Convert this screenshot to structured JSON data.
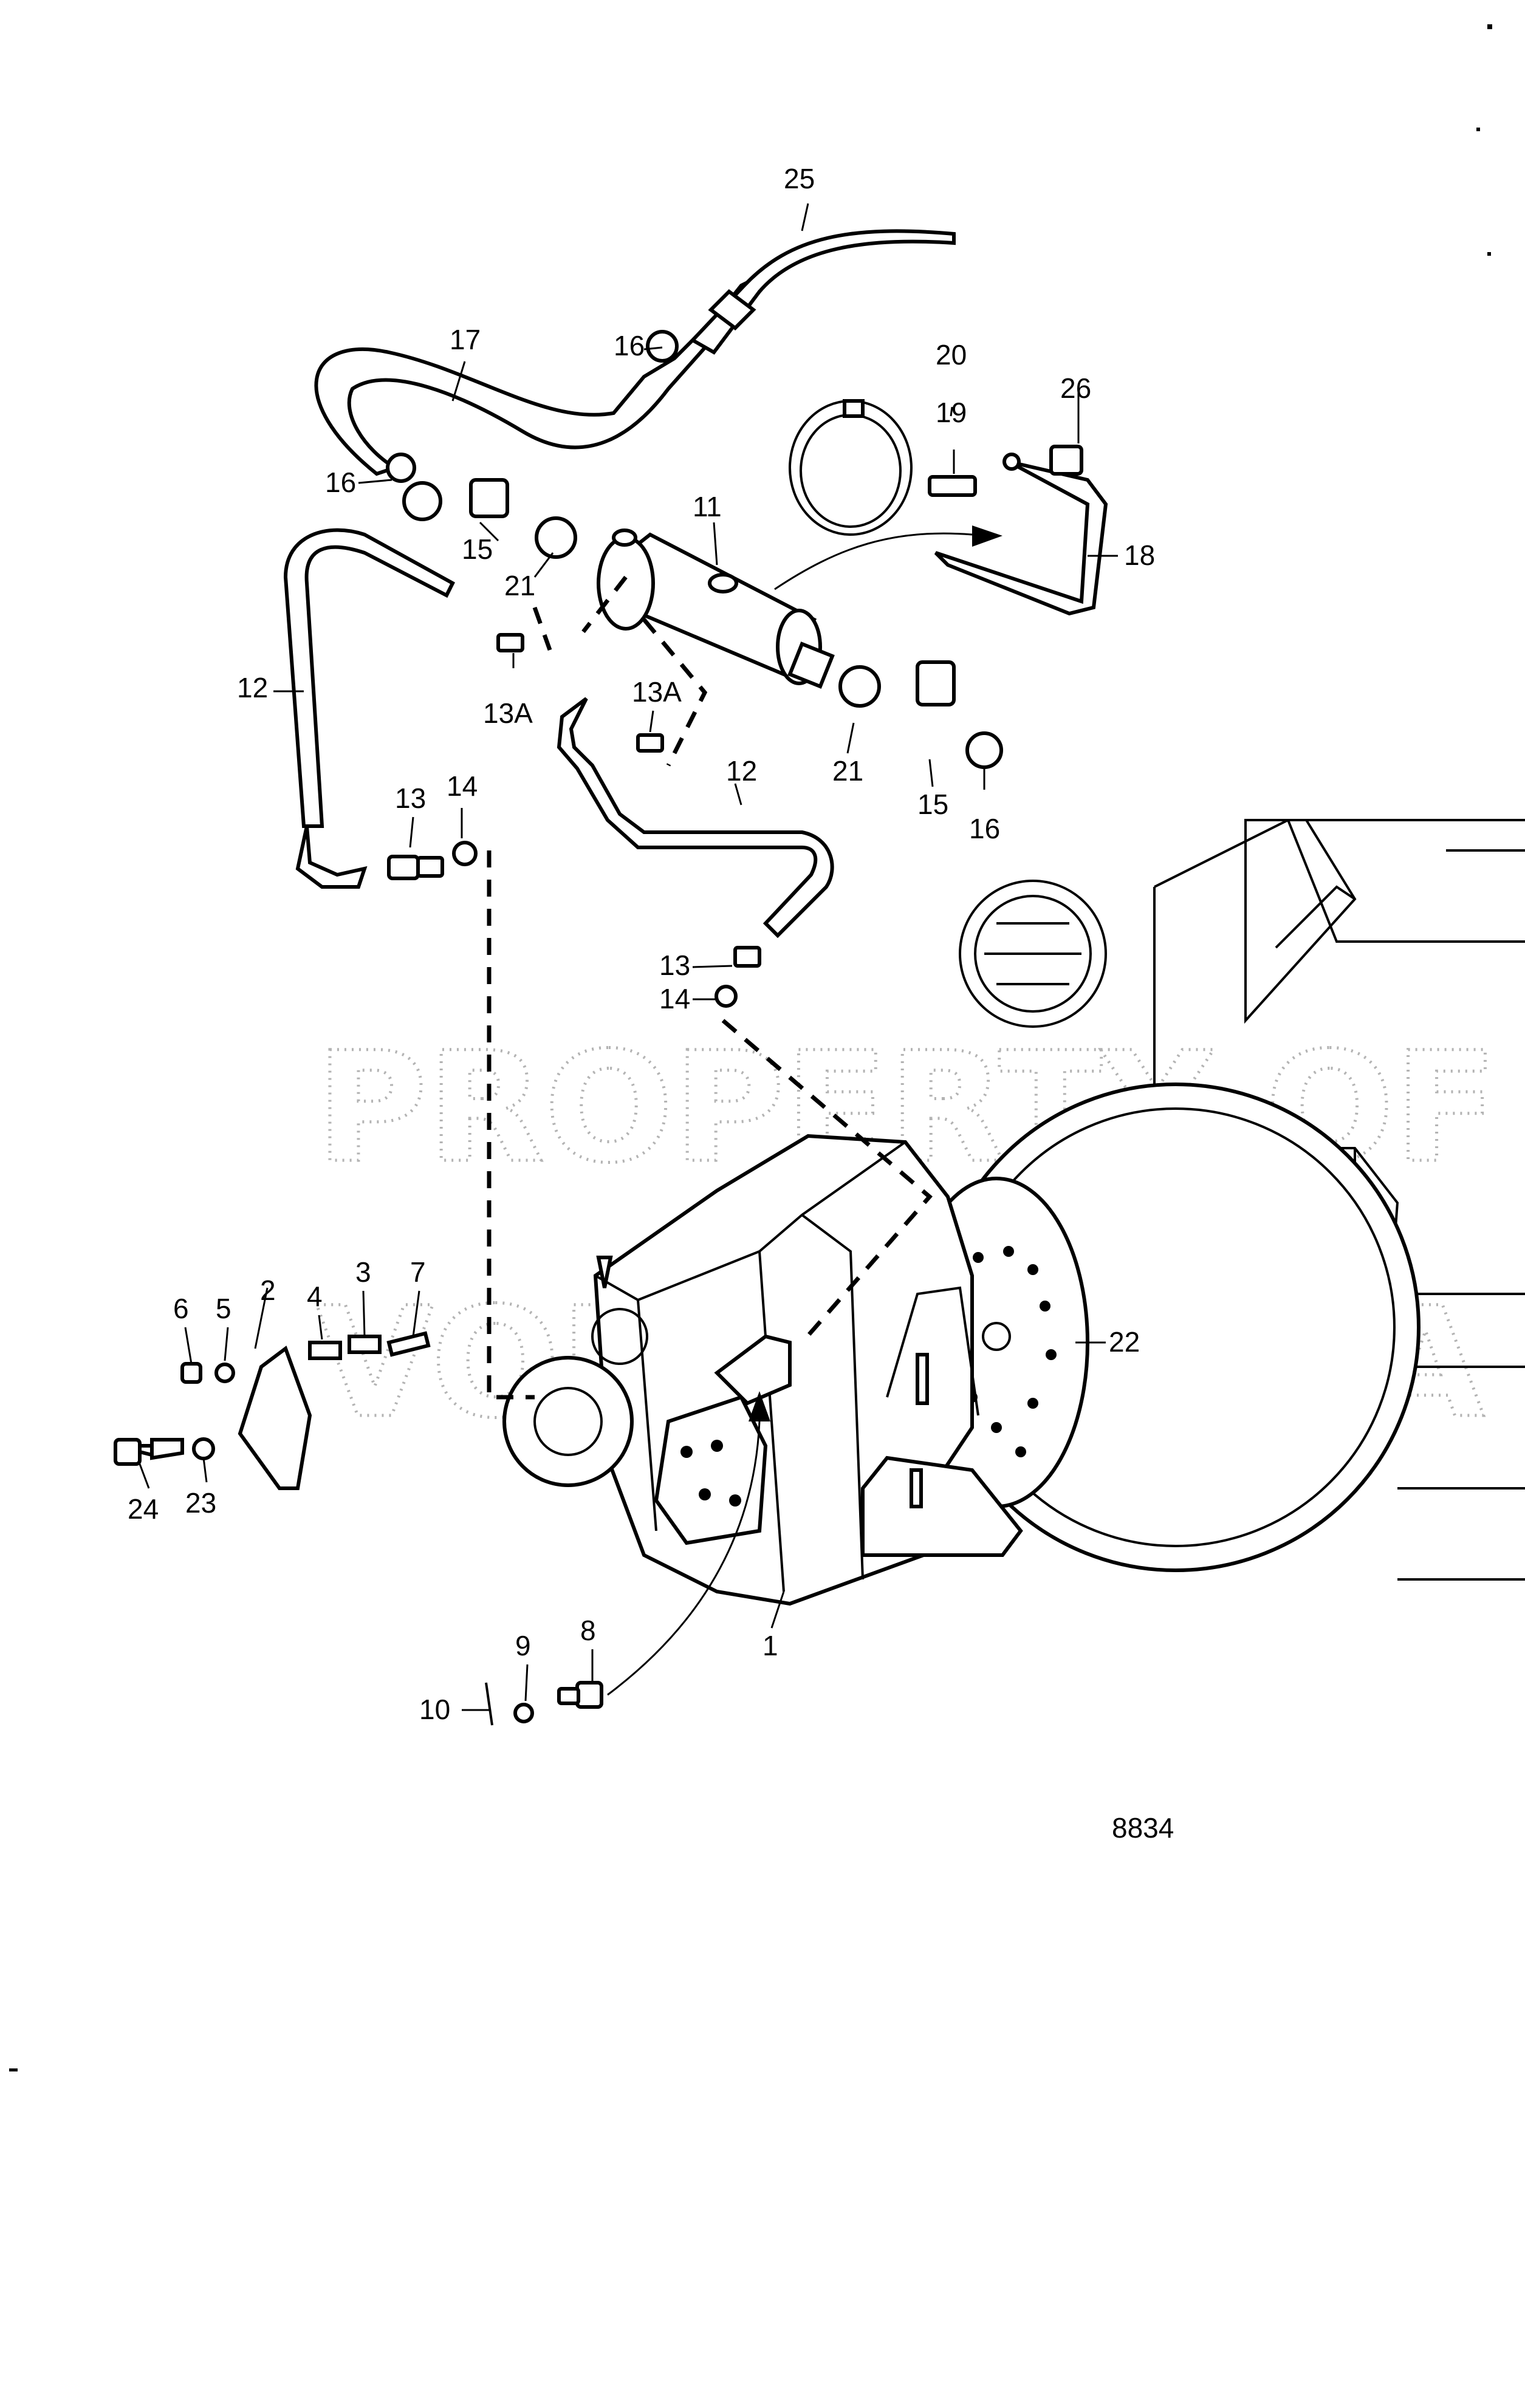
{
  "drawing_number": "8834",
  "watermark": {
    "line1": "PROPERTY OF",
    "line2": "VOLVO PENTA"
  },
  "part_labels": {
    "p1": "1",
    "p2": "2",
    "p3": "3",
    "p4": "4",
    "p5": "5",
    "p6": "6",
    "p7": "7",
    "p8": "8",
    "p9": "9",
    "p10": "10",
    "p11": "11",
    "p12a": "12",
    "p12b": "12",
    "p13a": "13",
    "p13b": "13",
    "p13Aa": "13A",
    "p13Ab": "13A",
    "p14a": "14",
    "p14b": "14",
    "p15a": "15",
    "p15b": "15",
    "p16a": "16",
    "p16b": "16",
    "p16c": "16",
    "p17": "17",
    "p18": "18",
    "p19": "19",
    "p20": "20",
    "p21a": "21",
    "p21b": "21",
    "p22": "22",
    "p23": "23",
    "p24": "24",
    "p25": "25",
    "p26": "26"
  }
}
